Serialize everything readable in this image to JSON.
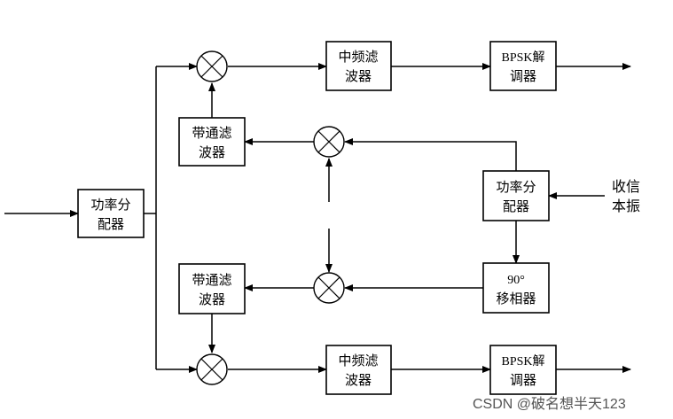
{
  "blocks": {
    "power_splitter_input": [
      "功率分",
      "配器"
    ],
    "if_filter_top": [
      "中频滤",
      "波器"
    ],
    "bpsk_demod_top": [
      "BPSK解",
      "调器"
    ],
    "bandpass_filter_top": [
      "带通滤",
      "波器"
    ],
    "power_splitter_lo": [
      "功率分",
      "配器"
    ],
    "phase_shifter": [
      "90°",
      "移相器"
    ],
    "bandpass_filter_bottom": [
      "带通滤",
      "波器"
    ],
    "if_filter_bottom": [
      "中频滤",
      "波器"
    ],
    "bpsk_demod_bottom": [
      "BPSK解",
      "调器"
    ]
  },
  "lo_input_label": [
    "收信",
    "本振"
  ],
  "watermark": "CSDN @破名想半天123",
  "colors": {
    "line": "#000000",
    "background": "#ffffff",
    "watermark": "#555555"
  }
}
